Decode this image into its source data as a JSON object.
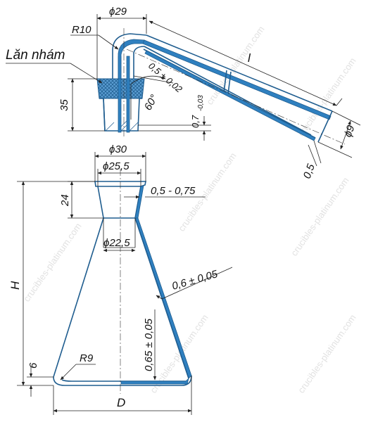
{
  "labels": {
    "d29": "ϕ29",
    "r10": "R10",
    "knurl": "Lăn nhám",
    "l": "l",
    "tol_0502": "0,5 ± 0,02",
    "angle60": "60°",
    "h35": "35",
    "wall07": "0,7",
    "wall07_tol": "-0,03",
    "d9": "ϕ9",
    "t05": "0,5",
    "d30": "ϕ30",
    "d255": "ϕ25,5",
    "h24": "24",
    "neck_wall": "0,5 - 0,75",
    "d225": "ϕ22,5",
    "H": "H",
    "side_wall": "0,6 ± 0,05",
    "bottom_wall": "0,65 ± 0,05",
    "r9": "R9",
    "h6": "6",
    "D": "D"
  },
  "watermark": "crucibles-platinum.com",
  "colors": {
    "metal": "#2f80c0",
    "outline": "#1f5d8f",
    "ink": "#111111"
  }
}
